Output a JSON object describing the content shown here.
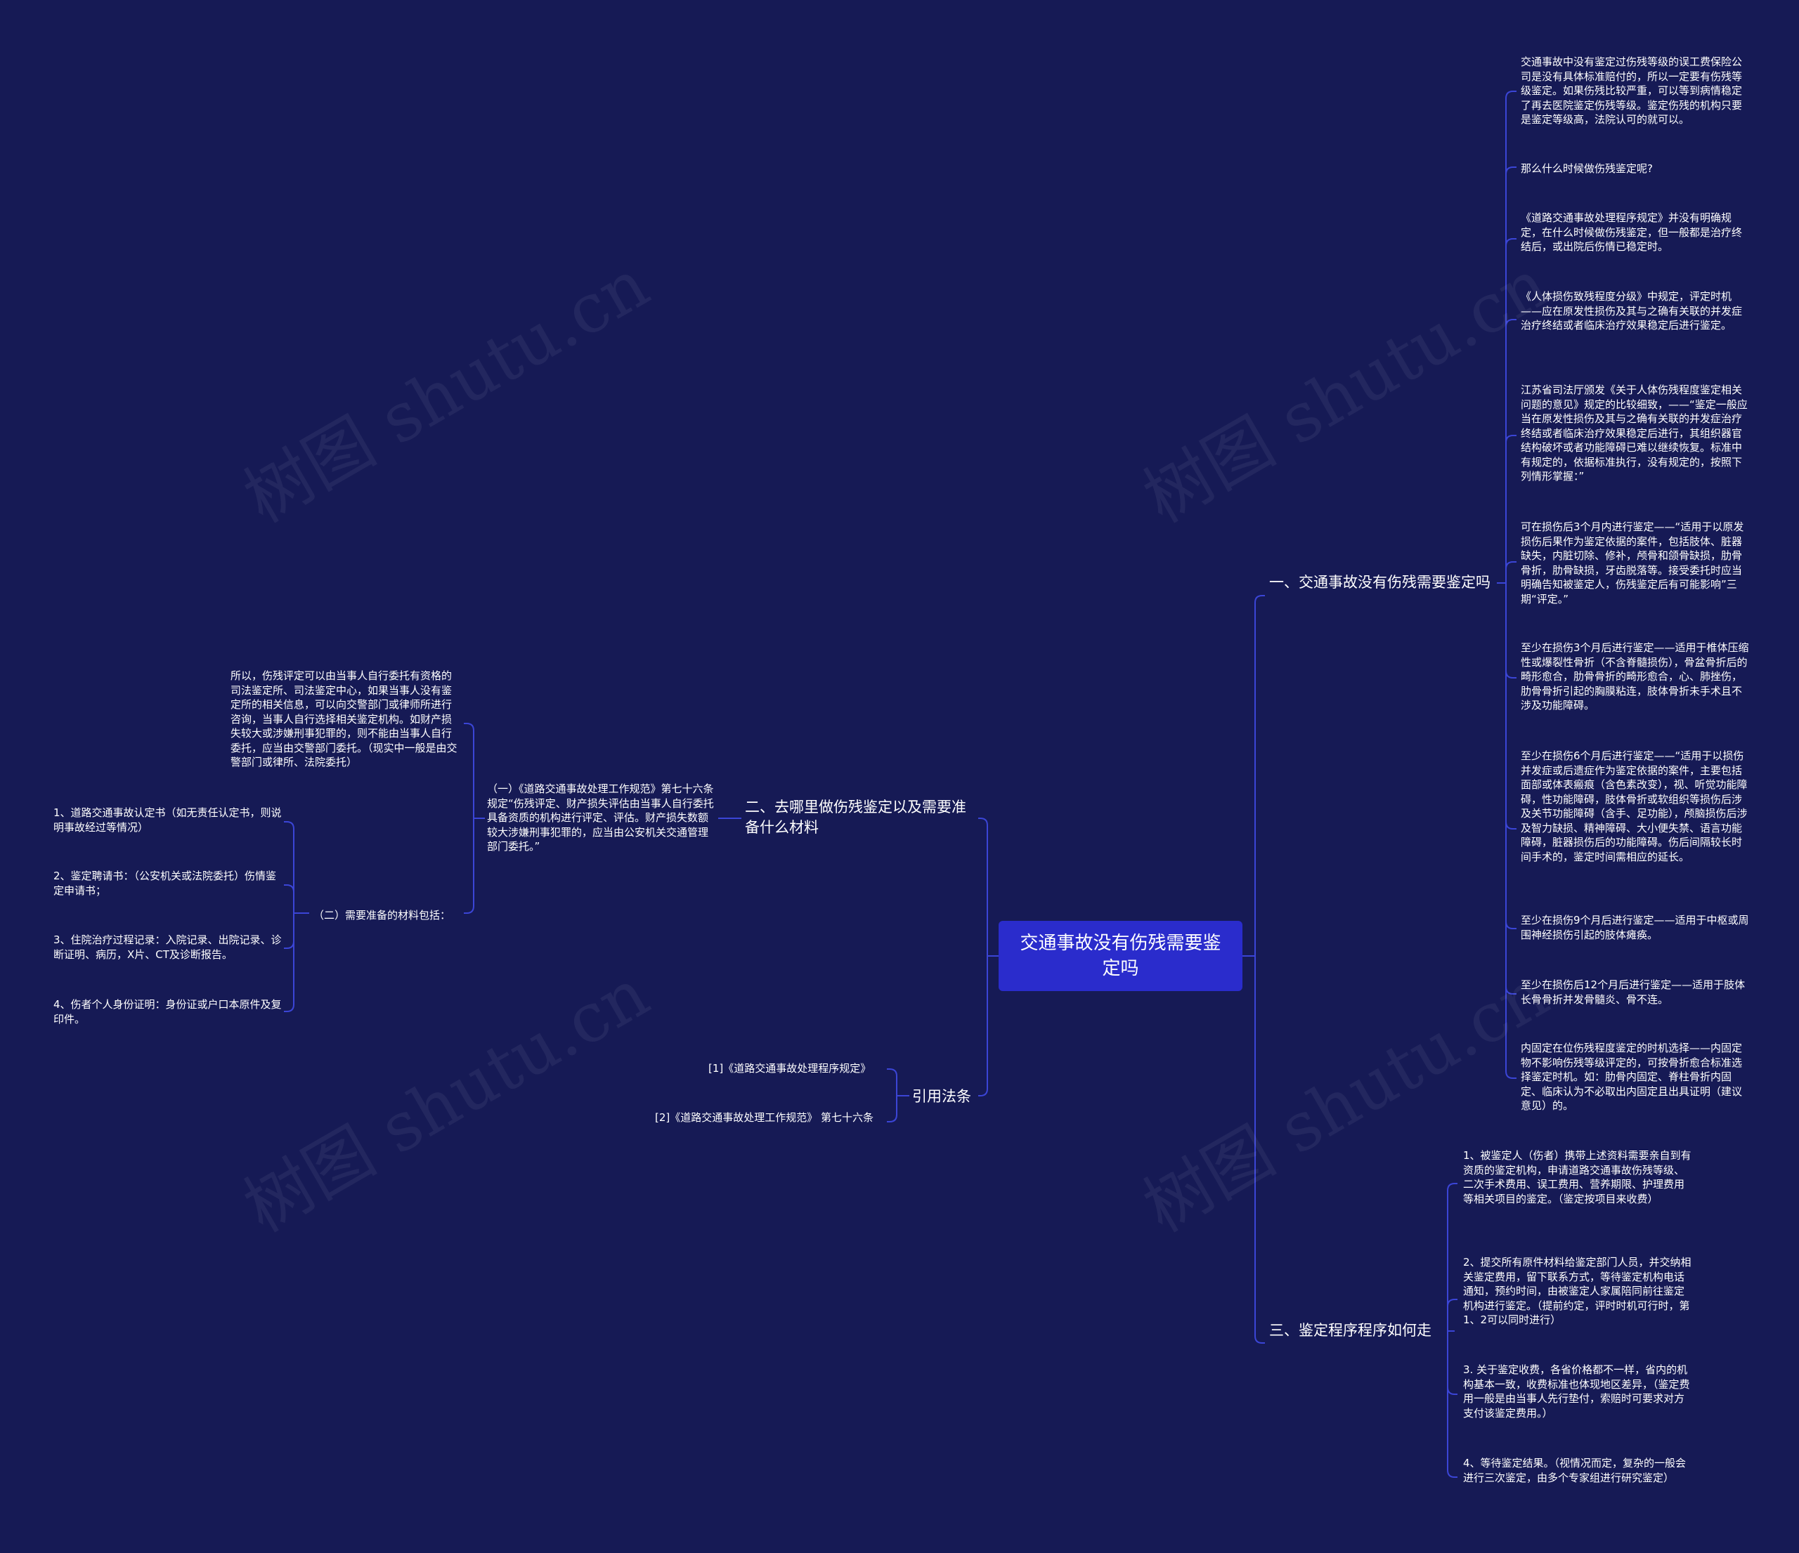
{
  "colors": {
    "background": "#161a55",
    "root_fill": "#2a2ccc",
    "line": "#3b45d6",
    "text": "#ffffff"
  },
  "watermark": "树图 shutu.cn",
  "root": {
    "label": "交通事故没有伤残需要鉴定吗"
  },
  "branch1": {
    "label": "一、交通事故没有伤残需要鉴定吗",
    "items": [
      "交通事故中没有鉴定过伤残等级的误工费保险公司是没有具体标准赔付的，所以一定要有伤残等级鉴定。如果伤残比较严重，可以等到病情稳定了再去医院鉴定伤残等级。鉴定伤残的机构只要是鉴定等级高，法院认可的就可以。",
      "那么什么时候做伤残鉴定呢?",
      "《道路交通事故处理程序规定》并没有明确规定，在什么时候做伤残鉴定，但一般都是治疗终结后，或出院后伤情已稳定时。",
      "《人体损伤致残程度分级》中规定，评定时机——应在原发性损伤及其与之确有关联的并发症治疗终结或者临床治疗效果稳定后进行鉴定。",
      "江苏省司法厅颁发《关于人体伤残程度鉴定相关问题的意见》规定的比较细致，——“鉴定一般应当在原发性损伤及其与之确有关联的并发症治疗终结或者临床治疗效果稳定后进行，其组织器官结构破坏或者功能障碍已难以继续恢复。标准中有规定的，依据标准执行，没有规定的，按照下列情形掌握：”",
      "可在损伤后3个月内进行鉴定——“适用于以原发损伤后果作为鉴定依据的案件，包括肢体、脏器缺失，内脏切除、修补，颅骨和颌骨缺损，肋骨骨折，肋骨缺损，牙齿脱落等。接受委托时应当明确告知被鉴定人，伤残鉴定后有可能影响”三期“评定。”",
      "至少在损伤3个月后进行鉴定——适用于椎体压缩性或爆裂性骨折（不含脊髓损伤），骨盆骨折后的畸形愈合，肋骨骨折的畸形愈合，心、肺挫伤，肋骨骨折引起的胸膜粘连，肢体骨折未手术且不涉及功能障碍。",
      "至少在损伤6个月后进行鉴定——“适用于以损伤并发症或后遗症作为鉴定依据的案件，主要包括面部或体表瘢痕（含色素改变），视、听觉功能障碍，性功能障碍，肢体骨折或软组织等损伤后涉及关节功能障碍（含手、足功能），颅脑损伤后涉及智力缺损、精神障碍、大小便失禁、语言功能障碍，脏器损伤后的功能障碍。伤后间隔较长时间手术的，鉴定时间需相应的延长。",
      "至少在损伤9个月后进行鉴定——适用于中枢或周围神经损伤引起的肢体瘫痪。",
      "至少在损伤后12个月后进行鉴定——适用于肢体长骨骨折并发骨髓炎、骨不连。",
      "内固定在位伤残程度鉴定的时机选择——内固定物不影响伤残等级评定的，可按骨折愈合标准选择鉴定时机。如：肋骨内固定、脊柱骨折内固定、临床认为不必取出内固定且出具证明（建议意见）的。"
    ]
  },
  "branch3": {
    "label": "三、鉴定程序程序如何走",
    "items": [
      "1、被鉴定人（伤者）携带上述资料需要亲自到有资质的鉴定机构，申请道路交通事故伤残等级、二次手术费用、误工费用、营养期限、护理费用等相关项目的鉴定。（鉴定按项目来收费）",
      "2、提交所有原件材料给鉴定部门人员，并交纳相关鉴定费用，留下联系方式，等待鉴定机构电话通知，预约时间，由被鉴定人家属陪同前往鉴定机构进行鉴定。（提前约定，评时时机可行时，第1、2可以同时进行）",
      "3. 关于鉴定收费，各省价格都不一样，省内的机构基本一致，收费标准也体现地区差异，（鉴定费用一般是由当事人先行垫付，索赔时可要求对方支付该鉴定费用。）",
      "4、等待鉴定结果。（视情况而定，复杂的一般会进行三次鉴定，由多个专家组进行研究鉴定）"
    ]
  },
  "branch2": {
    "label": "二、去哪里做伤残鉴定以及需要准备什么材料",
    "sub1": {
      "label": "（一）《道路交通事故处理工作规范》第七十六条规定“伤残评定、财产损失评估由当事人自行委托具备资质的机构进行评定、评估。财产损失数额较大涉嫌刑事犯罪的，应当由公安机关交通管理部门委托。”",
      "child": "所以，伤残评定可以由当事人自行委托有资格的司法鉴定所、司法鉴定中心，如果当事人没有鉴定所的相关信息，可以向交警部门或律师所进行咨询，当事人自行选择相关鉴定机构。如财产损失较大或涉嫌刑事犯罪的，则不能由当事人自行委托，应当由交警部门委托。（现实中一般是由交警部门或律所、法院委托）"
    },
    "sub2": {
      "label": "（二）需要准备的材料包括：",
      "items": [
        "1、道路交通事故认定书（如无责任认定书，则说明事故经过等情况）",
        "2、鉴定聘请书：（公安机关或法院委托）伤情鉴定申请书；",
        "3、住院治疗过程记录：入院记录、出院记录、诊断证明、病历，X片、CT及诊断报告。",
        "4、伤者个人身份证明：身份证或户口本原件及复印件。"
      ]
    }
  },
  "branch4": {
    "label": "引用法条",
    "items": [
      "[1]《道路交通事故处理程序规定》",
      "[2]《道路交通事故处理工作规范》 第七十六条"
    ]
  }
}
